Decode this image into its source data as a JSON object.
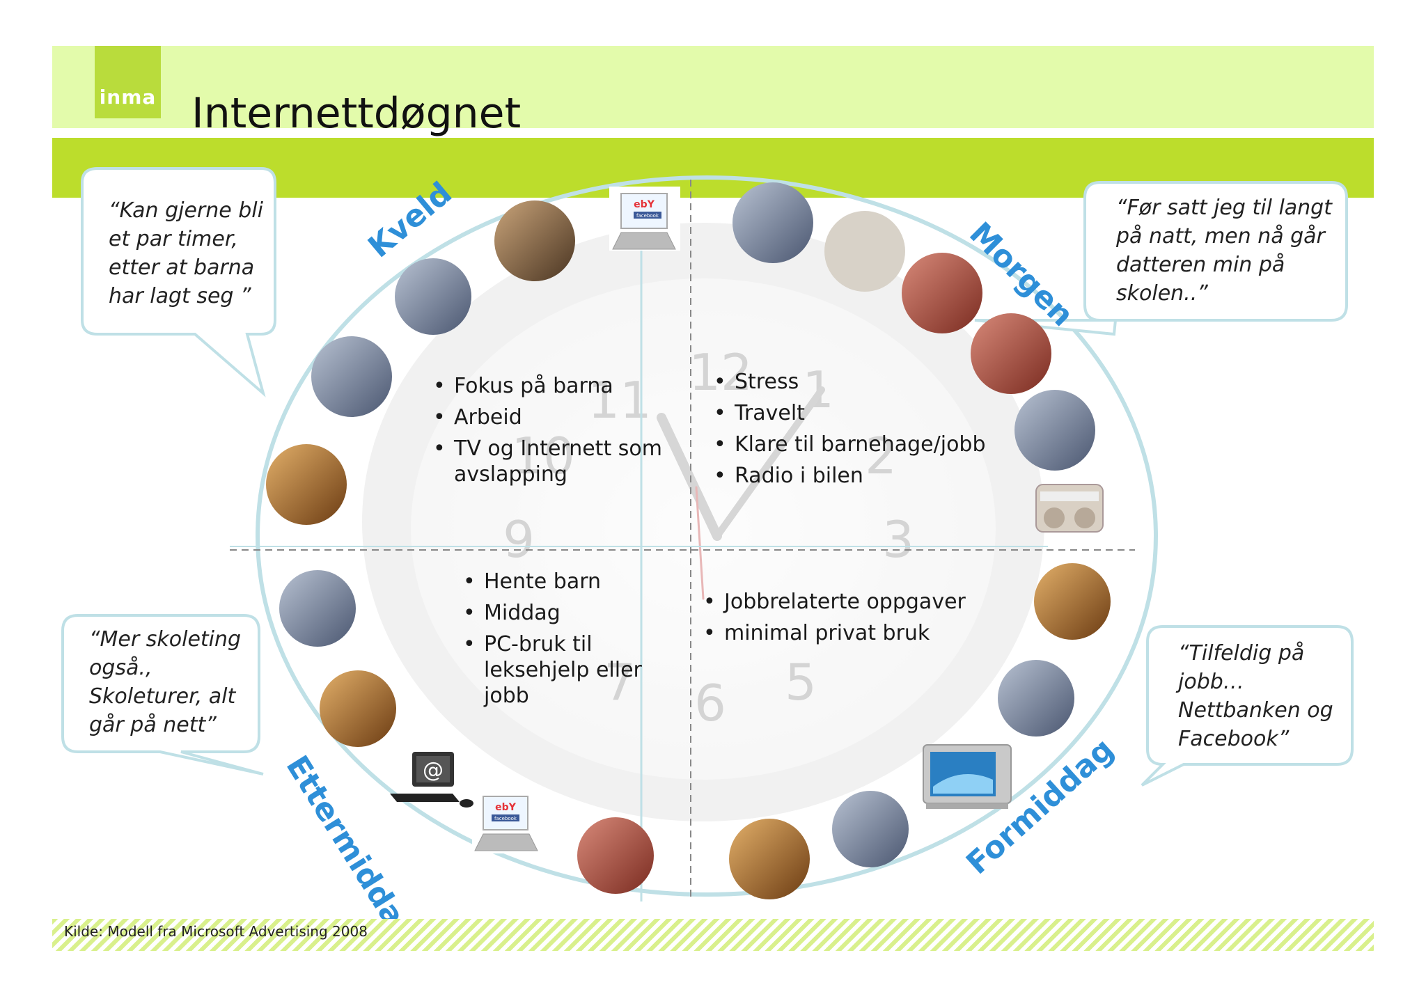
{
  "header": {
    "logo_text": "inma",
    "title": "Internettdøgnet"
  },
  "colors": {
    "band_light": "#e3fbab",
    "band_dark": "#bcdd2c",
    "accent_blue": "#2e8fd8",
    "ring": "#bfe0e6"
  },
  "quadrants": {
    "kveld": {
      "label": "Kveld",
      "bullets": [
        "Fokus på barna",
        "Arbeid",
        "TV og Internett som avslapping"
      ]
    },
    "morgen": {
      "label": "Morgen",
      "bullets": [
        "Stress",
        "Travelt",
        "Klare til barnehage/jobb",
        "Radio i bilen"
      ]
    },
    "ettermiddag": {
      "label": "Ettermiddag",
      "bullets": [
        "Hente barn",
        "Middag",
        "PC-bruk til leksehjelp eller jobb"
      ]
    },
    "formiddag": {
      "label": "Formiddag",
      "bullets": [
        "Jobbrelaterte oppgaver",
        "minimal privat bruk"
      ]
    }
  },
  "quotes": {
    "top_left": "“Kan gjerne bli\net par timer,\netter at barna\nhar lagt seg ”",
    "top_right": "“Før satt jeg til langt\npå natt, men nå går\ndatteren min på\nskolen..”",
    "bottom_left": "“Mer skoleting\nogså.,\nSkoleturer, alt\ngår på nett”",
    "bottom_right": "“Tilfeldig på\njobb…\nNettbanken og\nFacebook”"
  },
  "clock": {
    "numbers": [
      "12",
      "1",
      "2",
      "3",
      "5",
      "6",
      "7",
      "9",
      "10",
      "11"
    ]
  },
  "icons": [
    "laptop-ebay-facebook-icon",
    "computer-at-icon",
    "radio-icon",
    "tv-icon"
  ],
  "laptop_labels": {
    "ebay": "ebY",
    "facebook": "facebook"
  },
  "computer_symbol": "@",
  "source": "Kilde: Modell fra  Microsoft Advertising 2008"
}
